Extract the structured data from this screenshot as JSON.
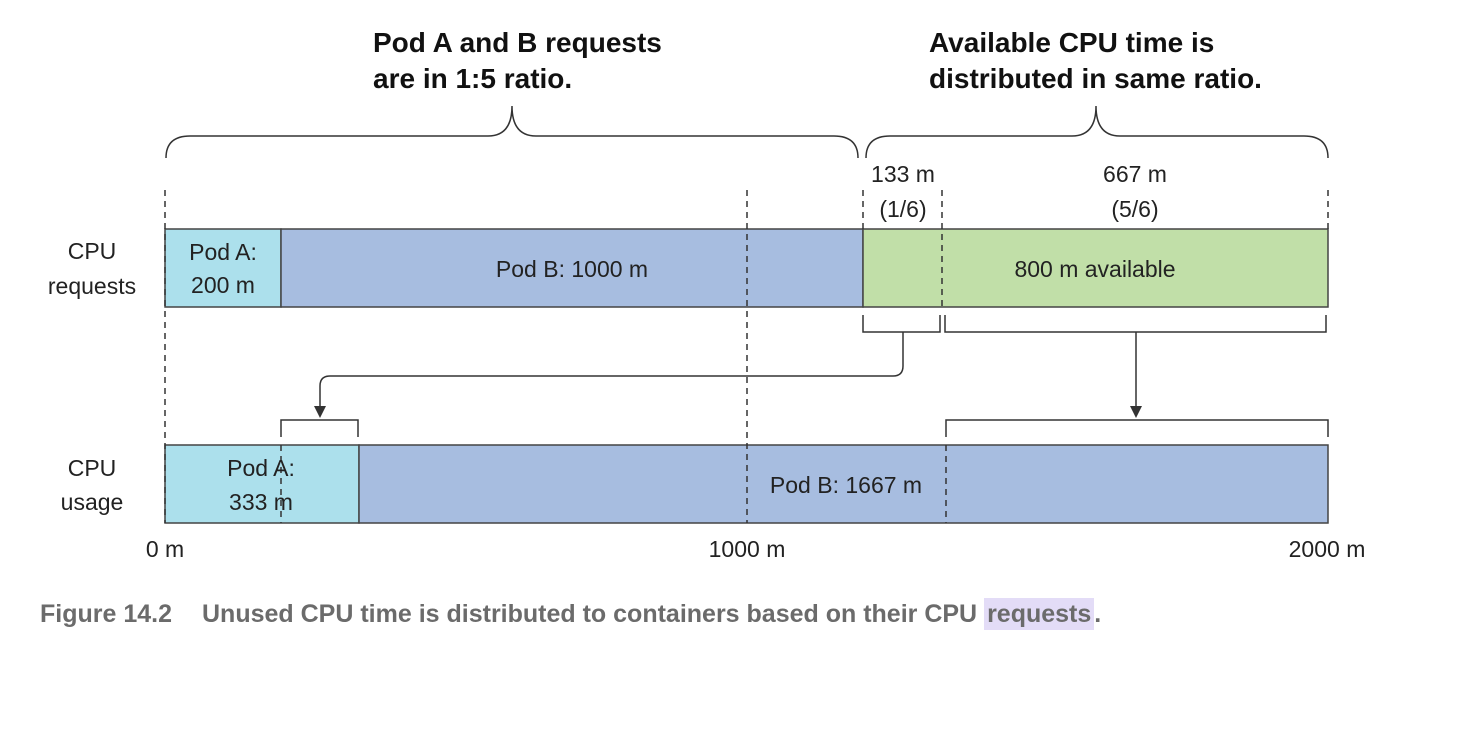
{
  "annotations": {
    "left_line1": "Pod A and B requests",
    "left_line2": "are in 1:5 ratio.",
    "right_line1": "Available CPU time is",
    "right_line2": "distributed in same ratio."
  },
  "shares": {
    "pod_a_share_value": "133 m",
    "pod_a_share_ratio": "(1/6)",
    "pod_b_share_value": "667 m",
    "pod_b_share_ratio": "(5/6)"
  },
  "rows": {
    "requests_label_1": "CPU",
    "requests_label_2": "requests",
    "usage_label_1": "CPU",
    "usage_label_2": "usage"
  },
  "requests_bar": {
    "pod_a_label_1": "Pod A:",
    "pod_a_label_2": "200 m",
    "pod_b_label": "Pod B: 1000 m",
    "available_label": "800 m available"
  },
  "usage_bar": {
    "pod_a_label_1": "Pod A:",
    "pod_a_label_2": "333 m",
    "pod_b_label": "Pod B: 1667 m"
  },
  "axis": {
    "tick_0": "0 m",
    "tick_1000": "1000 m",
    "tick_2000": "2000 m"
  },
  "colors": {
    "pod_a": "#ace0ec",
    "pod_b": "#a7bde0",
    "available": "#c1dfa8"
  },
  "caption": {
    "figure_number": "Figure 14.2",
    "text_before_highlight": "Unused CPU time is distributed to containers based on their CPU ",
    "highlighted_word": "requests",
    "text_after_highlight": "."
  }
}
